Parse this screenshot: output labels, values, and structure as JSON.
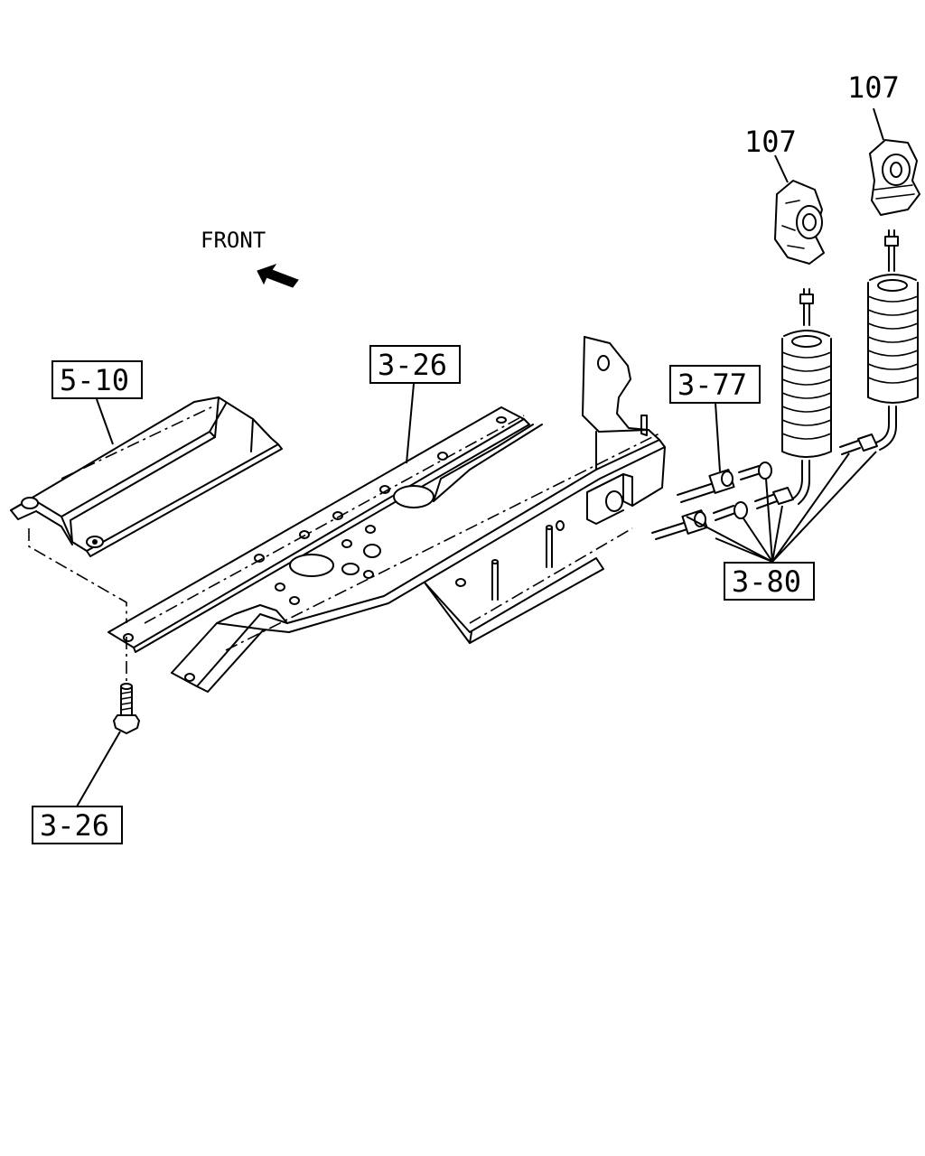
{
  "front_label": "FRONT",
  "callouts": {
    "ref_5_10": "5-10",
    "ref_3_26_top": "3-26",
    "ref_3_26_bottom": "3-26",
    "ref_3_77": "3-77",
    "ref_3_80": "3-80",
    "ref_107_left": "107",
    "ref_107_right": "107"
  }
}
